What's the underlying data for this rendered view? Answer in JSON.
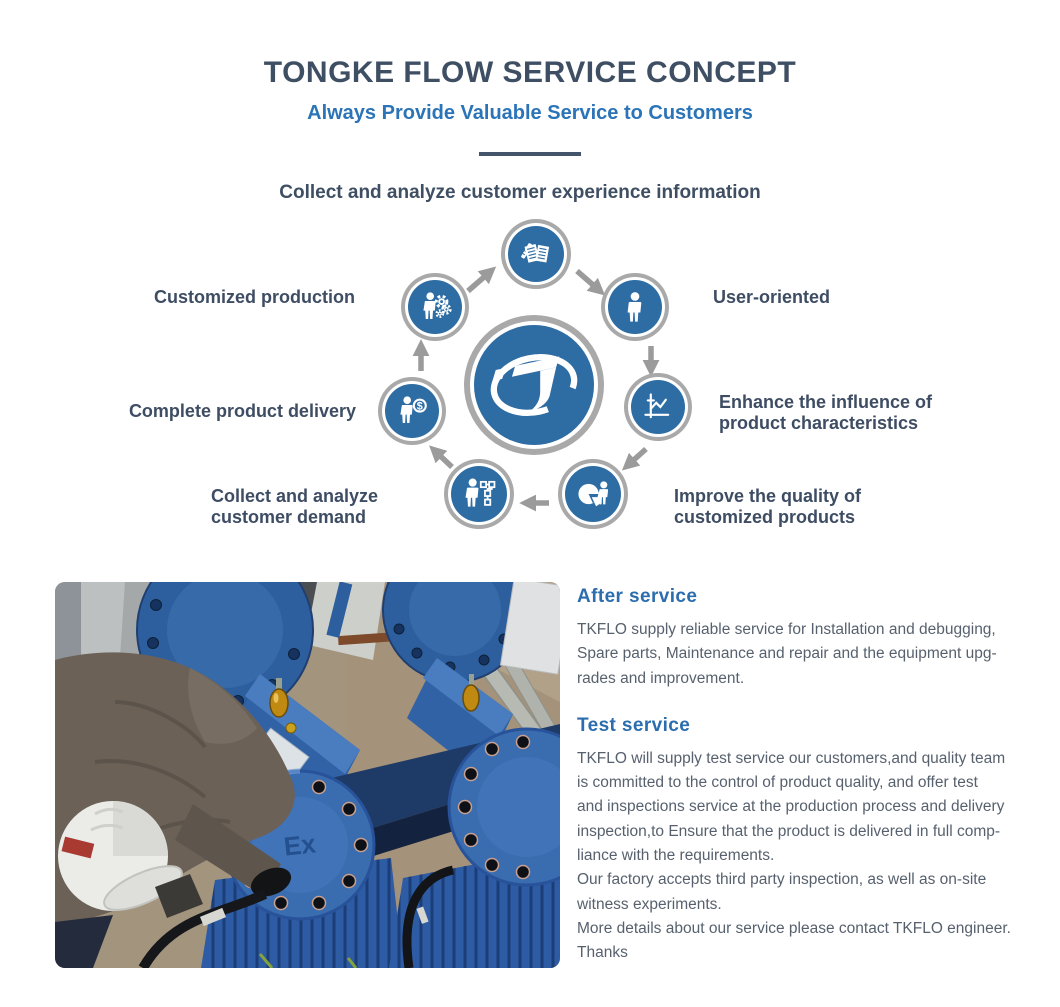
{
  "colors": {
    "title_navy": "#3E4E63",
    "accent_blue": "#2B74B8",
    "section_heading_blue": "#2B6DAE",
    "body_text": "#57616E",
    "node_blue": "#2E6DA4",
    "ring_gray": "#A9A9A9",
    "arrow_gray": "#9B9B9B",
    "divider": "#44546A"
  },
  "header": {
    "title": "TONGKE FLOW SERVICE CONCEPT",
    "subtitle": "Always Provide Valuable Service to Customers"
  },
  "diagram": {
    "heading": "Collect and analyze customer experience information",
    "labels": {
      "customized_production": "Customized production",
      "user_oriented": "User-oriented",
      "complete_product_delivery": "Complete product delivery",
      "enhance_influence": "Enhance the influence of\nproduct characteristics",
      "collect_demand": "Collect and analyze\ncustomer demand",
      "improve_quality": "Improve the quality of\ncustomized products"
    },
    "nodes": [
      {
        "id": "customer-experience",
        "icon": "documents-pen-icon"
      },
      {
        "id": "customized-production",
        "icon": "worker-gears-icon"
      },
      {
        "id": "user-oriented",
        "icon": "user-icon"
      },
      {
        "id": "complete-product-delivery",
        "icon": "payment-icon"
      },
      {
        "id": "enhance-influence",
        "icon": "performance-chart-icon"
      },
      {
        "id": "collect-demand",
        "icon": "analysis-flow-icon"
      },
      {
        "id": "improve-quality",
        "icon": "market-share-icon"
      },
      {
        "id": "center",
        "icon": "tkflo-logo"
      }
    ]
  },
  "icons": {
    "dollar_symbol": "$"
  },
  "photo": {
    "ex_label": "Ex"
  },
  "sections": {
    "after_service": {
      "heading": "After service",
      "body": "TKFLO supply reliable service for Installation and debugging,\nSpare parts, Maintenance and repair and the equipment upg-\nrades and improvement."
    },
    "test_service": {
      "heading": "Test service",
      "body": "TKFLO will supply test service our customers,and quality team\nis committed to the control of product quality, and offer test\nand inspections service at the production process and delivery\ninspection,to Ensure that the product is delivered in full comp-\nliance with the requirements.\nOur factory accepts third party inspection, as well as on-site\nwitness experiments.\nMore details about our service please contact TKFLO engineer.\nThanks"
    }
  }
}
